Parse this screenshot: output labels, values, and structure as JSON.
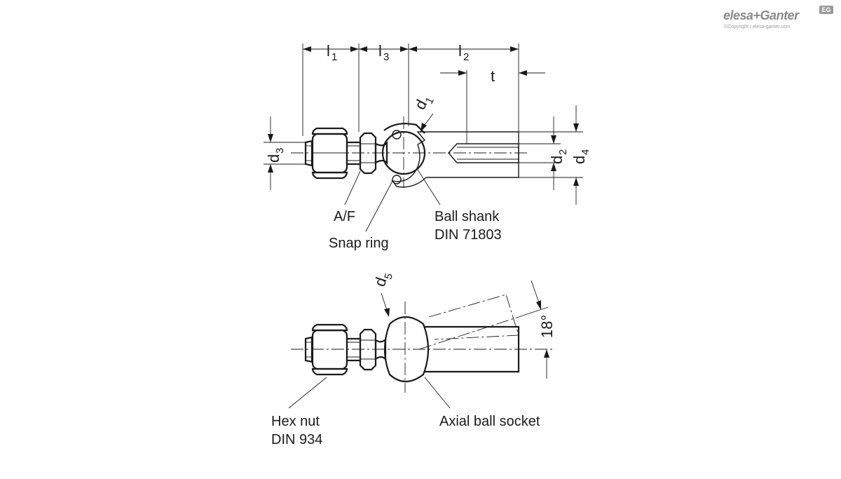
{
  "brand": {
    "name": "elesa+Ganter",
    "badge": "EG",
    "copyright": "©Copyright | elesa-ganter.com"
  },
  "dimensions": {
    "l1": "l",
    "l1_sub": "1",
    "l3": "l",
    "l3_sub": "3",
    "l2": "l",
    "l2_sub": "2",
    "t": "t",
    "d1": "d",
    "d1_sub": "1",
    "d2": "d",
    "d2_sub": "2",
    "d3": "d",
    "d3_sub": "3",
    "d4": "d",
    "d4_sub": "4",
    "d5": "d",
    "d5_sub": "5",
    "angle": "18°"
  },
  "labels": {
    "af": "A/F",
    "snap_ring": "Snap ring",
    "ball_shank_1": "Ball shank",
    "ball_shank_2": "DIN 71803",
    "hex_nut_1": "Hex nut",
    "hex_nut_2": "DIN 934",
    "axial_ball_socket": "Axial ball socket"
  },
  "colors": {
    "line": "#1a1a1a",
    "brand": "#8a8a8a"
  }
}
